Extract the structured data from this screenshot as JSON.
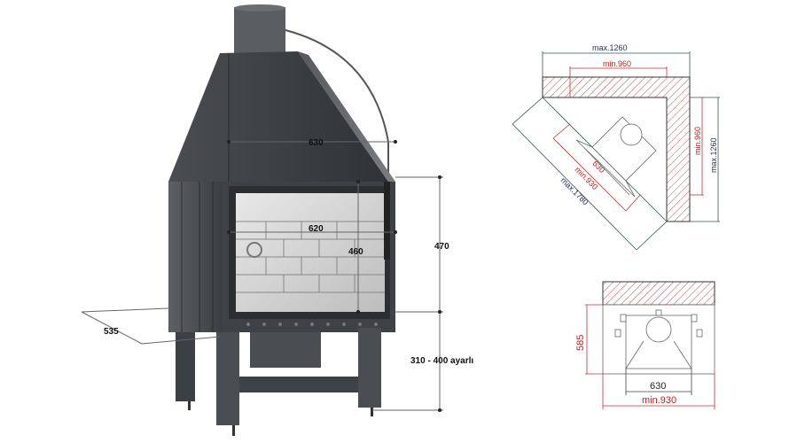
{
  "fireplace": {
    "width_top": "630",
    "width_glass": "620",
    "glass_height": "460",
    "body_height": "470",
    "depth": "535",
    "leg_height": "310 - 400 ayarlı"
  },
  "corner_plan": {
    "max_width": "max.1260",
    "min_width": "min.960",
    "min_side": "min.960",
    "max_side": "max.1260",
    "front_width": "630",
    "min_diagonal": "min.930",
    "max_diagonal": "max.1780"
  },
  "wall_plan": {
    "depth": "585",
    "front_width": "630",
    "min_width": "min.930"
  }
}
